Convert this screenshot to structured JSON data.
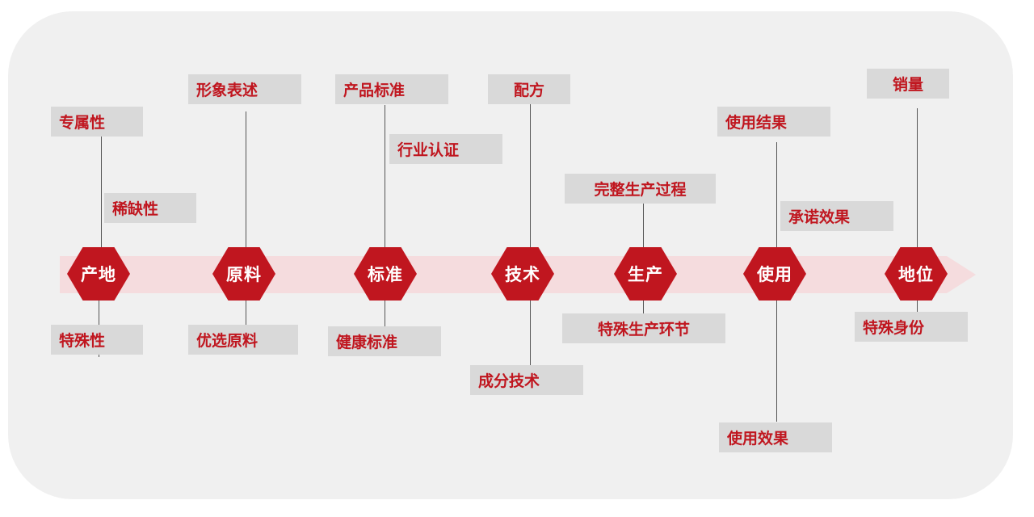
{
  "stages": [
    {
      "label": "产地"
    },
    {
      "label": "原料"
    },
    {
      "label": "标准"
    },
    {
      "label": "技术"
    },
    {
      "label": "生产"
    },
    {
      "label": "使用"
    },
    {
      "label": "地位"
    }
  ],
  "tags": {
    "zhuanshuxing": "专属性",
    "xiquexing": "稀缺性",
    "teshuxing": "特殊性",
    "xingxiangbiaoshu": "形象表述",
    "youxuanyuanliao": "优选原料",
    "chanpinbiaozhun": "产品标准",
    "hangyerenzheng": "行业认证",
    "jiankangbiaozhun": "健康标准",
    "peifang": "配方",
    "chengfenjishu": "成分技术",
    "wanzhengshengchan": "完整生产过程",
    "teshushengchan": "特殊生产环节",
    "shiyongjieguo": "使用结果",
    "chengnuoxiaoguo": "承诺效果",
    "shiyongxiaoguo": "使用效果",
    "xiaoliang": "销量",
    "teshushenfen": "特殊身份"
  },
  "colors": {
    "accent": "#c0161f",
    "band": "#f5dcde",
    "tag_bg": "#d9d9d9",
    "panel": "#f0f0f0"
  }
}
